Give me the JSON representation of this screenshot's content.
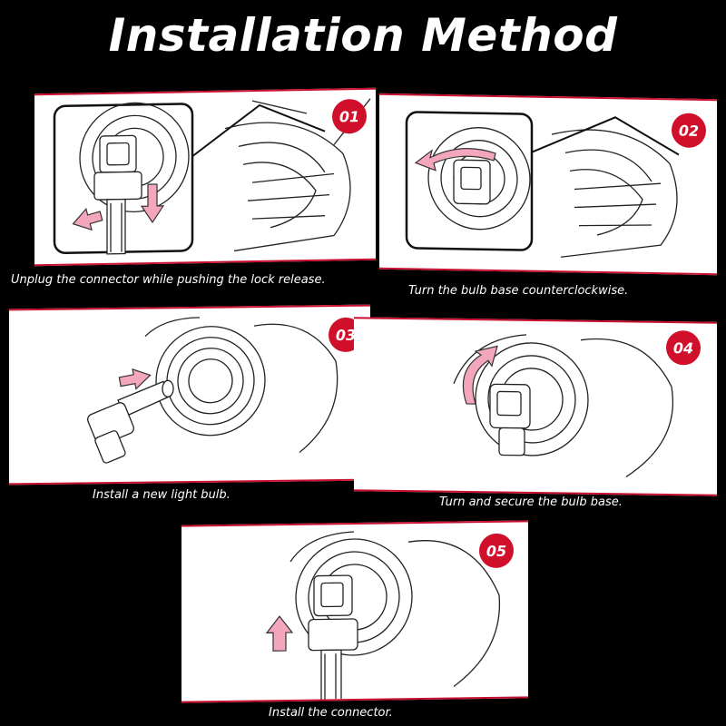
{
  "title": "Installation Method",
  "steps": [
    {
      "number": "01",
      "caption": "Unplug the connector while pushing the lock release."
    },
    {
      "number": "02",
      "caption": "Turn the bulb base counterclockwise."
    },
    {
      "number": "03",
      "caption": "Install a new light bulb."
    },
    {
      "number": "04",
      "caption": "Turn and secure the bulb base."
    },
    {
      "number": "05",
      "caption": "Install the connector."
    }
  ],
  "colors": {
    "accent": "#d0102b",
    "arrow": "#f4a6bd",
    "background": "#000000",
    "panel": "#ffffff"
  },
  "icons": [
    "arrow-icon",
    "headlight-illustration",
    "connector-illustration",
    "bulb-illustration"
  ]
}
